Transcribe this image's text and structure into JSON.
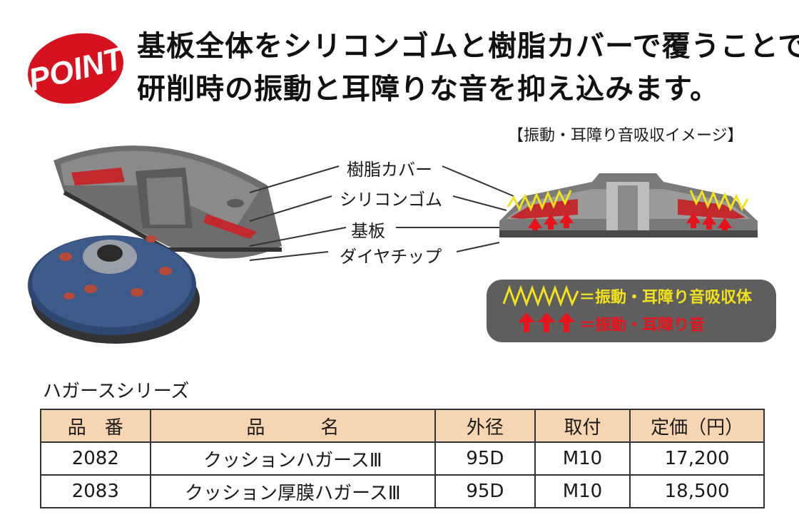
{
  "badge": {
    "label": "POINT"
  },
  "headline": {
    "line1": "基板全体をシリコンゴムと樹脂カバーで覆うことで",
    "line2": "研削時の振動と耳障りな音を抑え込みます。"
  },
  "diagram": {
    "caption": "【振動・耳障り音吸収イメージ】",
    "labels": [
      "樹脂カバー",
      "シリコンゴム",
      "基板",
      "ダイヤチップ"
    ]
  },
  "legend": {
    "absorber": "＝振動・耳障り音吸収体",
    "noise": "＝振動・耳障り音",
    "colors": {
      "absorber": "#f2e21c",
      "noise": "#e8141c",
      "box": "#5e5e5e"
    }
  },
  "series": {
    "title": "ハガースシリーズ"
  },
  "table": {
    "headers": [
      "品　番",
      "品　　　名",
      "外径",
      "取付",
      "定価（円）"
    ],
    "rows": [
      [
        "2082",
        "クッションハガースⅢ",
        "95D",
        "M10",
        "17,200"
      ],
      [
        "2083",
        "クッション厚膜ハガースⅢ",
        "95D",
        "M10",
        "18,500"
      ]
    ]
  },
  "colors": {
    "badge": "#d7121f",
    "header_fill": "#f6d5b3",
    "disc_blue": "#2e4770"
  }
}
